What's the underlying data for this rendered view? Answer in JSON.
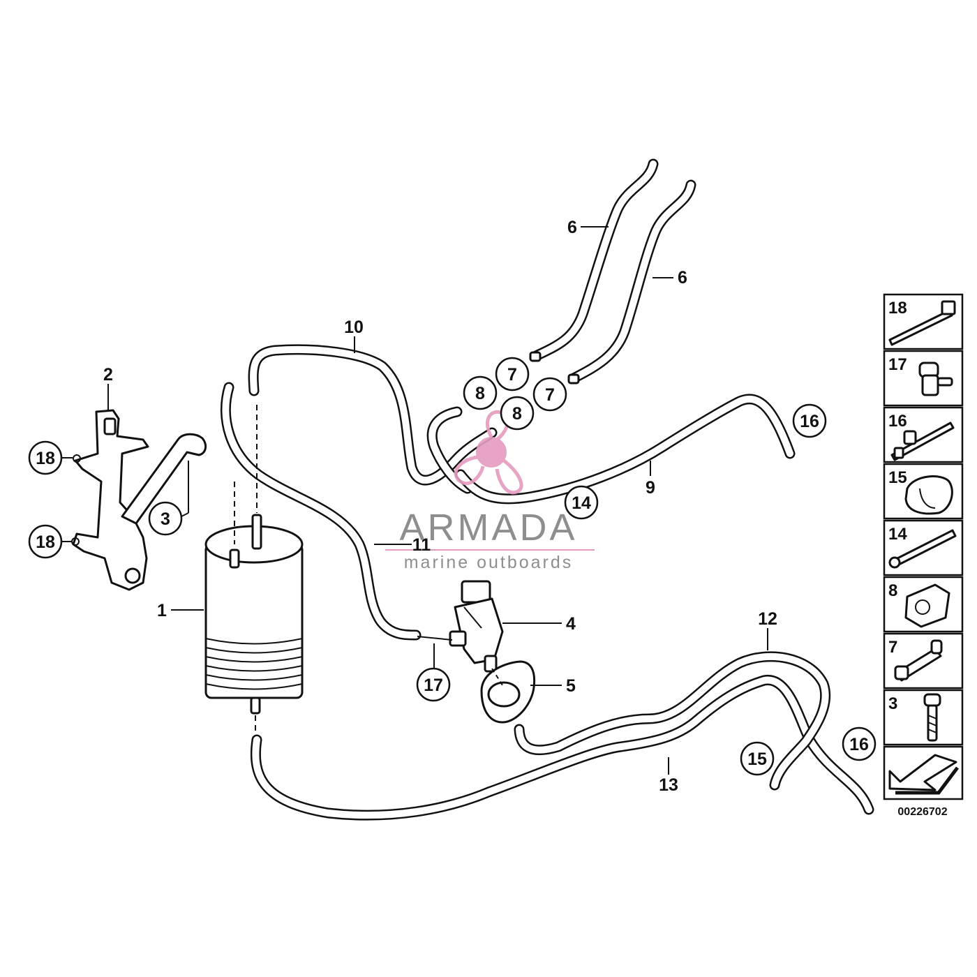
{
  "callouts": {
    "c1": "1",
    "c2": "2",
    "c3": "3",
    "c4": "4",
    "c5": "5",
    "c6a": "6",
    "c6b": "6",
    "c7a": "7",
    "c7b": "7",
    "c8a": "8",
    "c8b": "8",
    "c9": "9",
    "c10": "10",
    "c11": "11",
    "c12": "12",
    "c13": "13",
    "c14": "14",
    "c15": "15",
    "c16a": "16",
    "c16b": "16",
    "c17": "17",
    "c18a": "18",
    "c18b": "18"
  },
  "legend": {
    "items": [
      {
        "number": "18",
        "icon": "cable-tie-icon"
      },
      {
        "number": "17",
        "icon": "hose-connector-icon"
      },
      {
        "number": "16",
        "icon": "cable-tie-clip-icon"
      },
      {
        "number": "15",
        "icon": "double-clip-icon"
      },
      {
        "number": "14",
        "icon": "cable-strap-icon"
      },
      {
        "number": "8",
        "icon": "hose-holder-icon"
      },
      {
        "number": "7",
        "icon": "connector-nipple-icon"
      },
      {
        "number": "3",
        "icon": "bolt-icon"
      }
    ],
    "direction_icon": "forward-arrow-icon"
  },
  "diagram_ref": "00226702",
  "watermark": {
    "title": "ARMADA",
    "subtitle": "marine outboards",
    "logo": "propeller-logo-icon",
    "color": "#e59bbf"
  }
}
